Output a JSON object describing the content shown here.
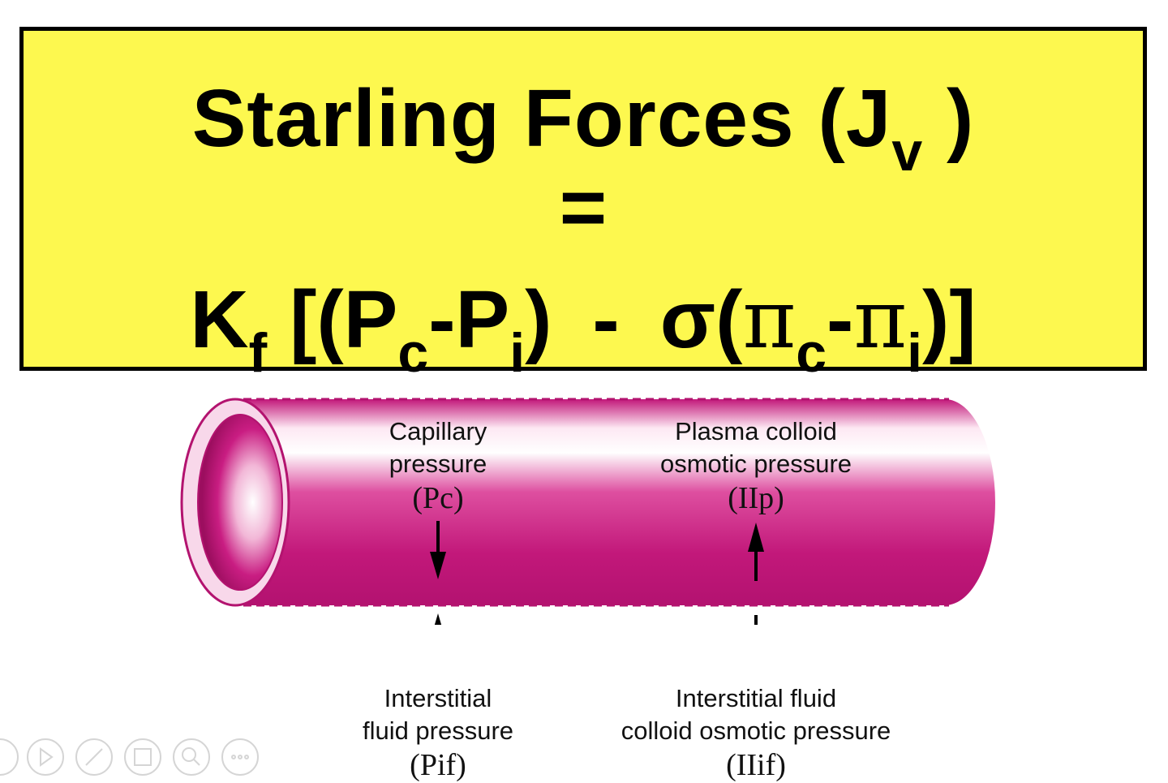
{
  "title": {
    "line1_prefix": "Starling Forces (J",
    "line1_sub": "v",
    "line1_suffix": " )",
    "equals": "=",
    "k": "K",
    "k_sub": "f",
    "open": " [(P",
    "pc_sub": "c",
    "minus1": "-P",
    "pi_sub_i": "i",
    "close1": ")",
    "minus_mid": "-",
    "sigma": "σ(",
    "pi1": "π",
    "pi_c_sub": "c",
    "minus2": "-",
    "pi2": "π",
    "pi_i_sub": "i",
    "close2": ")]"
  },
  "labels": {
    "capillary_pressure": {
      "line1": "Capillary",
      "line2": "pressure",
      "abbr": "(Pc)"
    },
    "plasma_colloid": {
      "line1": "Plasma colloid",
      "line2": "osmotic pressure",
      "abbr": "(IIp)"
    },
    "interstitial_pressure": {
      "line1": "Interstitial",
      "line2": "fluid pressure",
      "abbr": "(Pif)"
    },
    "interstitial_colloid": {
      "line1": "Interstitial fluid",
      "line2": "colloid osmotic pressure",
      "abbr": "(IIif)"
    }
  },
  "colors": {
    "title_bg": "#fdf84f",
    "vessel": "#c2187a",
    "vessel_light": "#f7d6ea"
  },
  "icons": [
    "rewind-icon",
    "play-icon",
    "pen-icon",
    "grid-icon",
    "zoom-icon",
    "more-icon"
  ]
}
